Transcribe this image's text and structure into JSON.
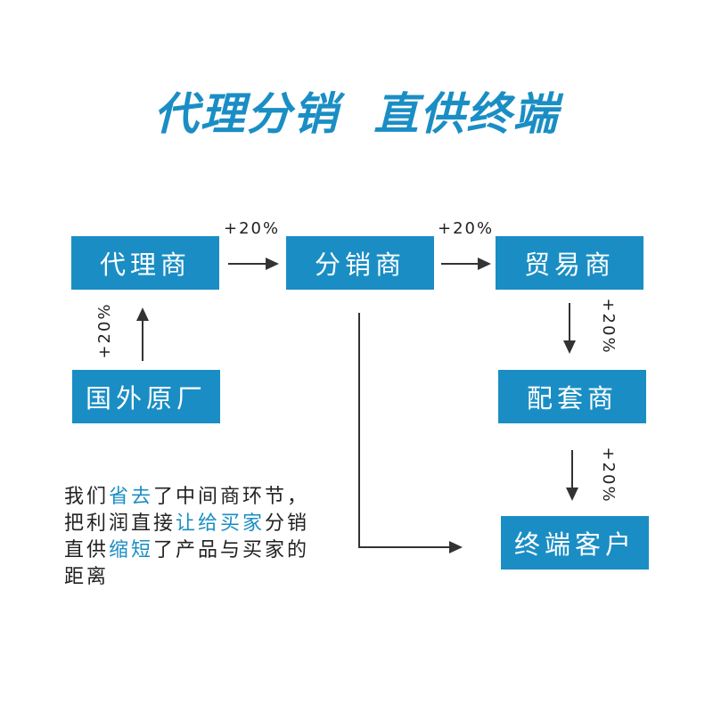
{
  "title": "代理分销  直供终端",
  "nodes": {
    "agent": "代理商",
    "distributor": "分销商",
    "trader": "贸易商",
    "foreign_factory": "国外原厂",
    "supplier": "配套商",
    "end_customer": "终端客户"
  },
  "markups": {
    "agent_to_distributor": "+20%",
    "distributor_to_trader": "+20%",
    "factory_to_agent": "+20%",
    "trader_to_supplier": "+20%",
    "supplier_to_customer": "+20%"
  },
  "note": {
    "line1_a": "我们",
    "line1_hl": "省去",
    "line1_b": "了中间商环节，",
    "line2_a": "把利润直接",
    "line2_hl": "让给买家",
    "line2_b": "分销",
    "line3_a": "直供",
    "line3_hl": "缩短",
    "line3_b": "了产品与买家的",
    "line4": "距离"
  },
  "colors": {
    "accent": "#1a8ec4",
    "arrow": "#333333",
    "text": "#222222"
  }
}
